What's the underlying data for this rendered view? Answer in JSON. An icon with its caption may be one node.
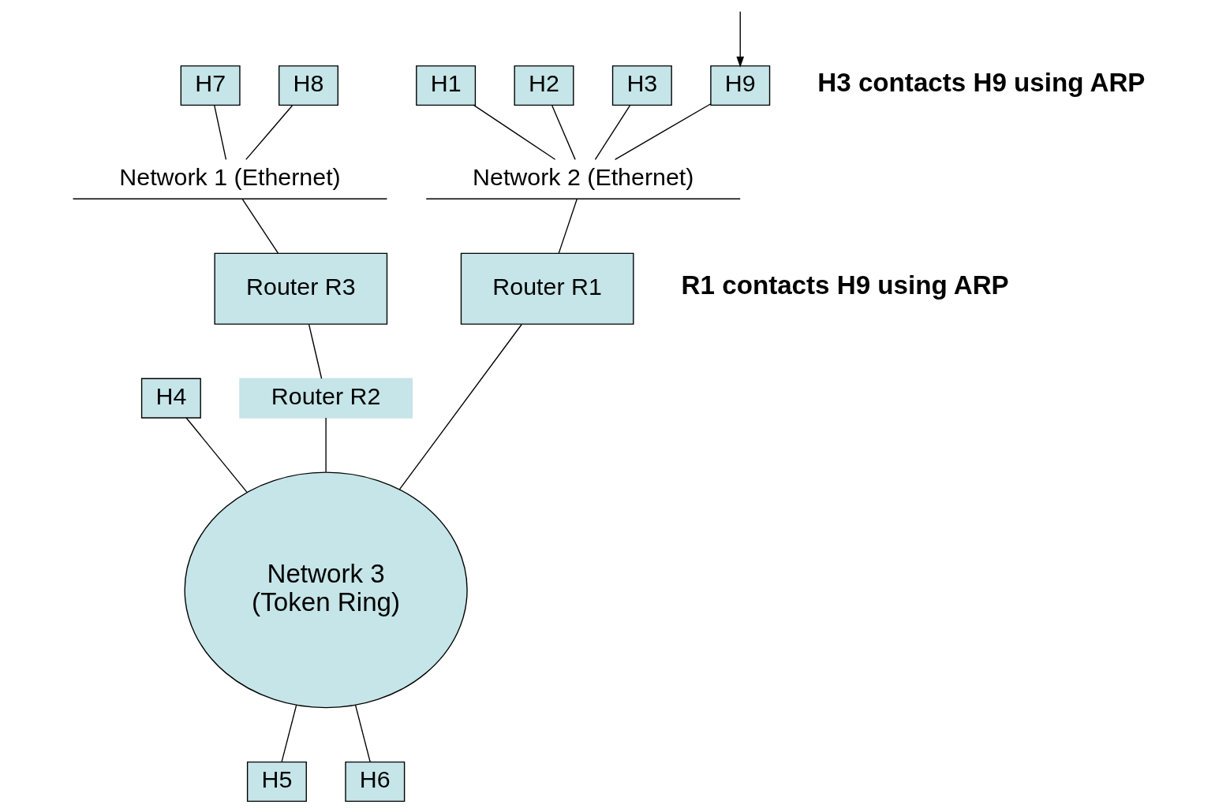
{
  "diagram": {
    "nodes": [
      {
        "text": [
          "H9"
        ]
      },
      {
        "text": [
          "H1"
        ]
      },
      {
        "text": [
          "H2"
        ]
      },
      {
        "text": [
          "H3"
        ]
      },
      {
        "text": [
          "H7"
        ]
      },
      {
        "text": [
          "H8"
        ]
      },
      {
        "text": [
          "Network 1 (Ethernet)"
        ]
      },
      {
        "text": [
          "Network 2 (Ethernet)"
        ]
      },
      {
        "text": [
          "Router R1"
        ]
      },
      {
        "text": [
          "Router R3"
        ]
      },
      {
        "text": [
          "H4"
        ]
      },
      {
        "text": [
          "Router R2"
        ]
      },
      {
        "text": [
          "Network 3 (Token Ring)"
        ]
      },
      {
        "text": [
          "H5"
        ]
      },
      {
        "text": [
          "H6"
        ]
      }
    ],
    "edges": [
      {
        "from": null,
        "to": 0,
        "arrow": "to"
      },
      {
        "from": 0,
        "to": 7,
        "arrow": "none"
      },
      {
        "from": 1,
        "to": 7,
        "arrow": "none"
      },
      {
        "from": 2,
        "to": 7,
        "arrow": "none"
      },
      {
        "from": 3,
        "to": 7,
        "arrow": "none"
      },
      {
        "from": 4,
        "to": 6,
        "arrow": "none"
      },
      {
        "from": 5,
        "to": 6,
        "arrow": "none"
      },
      {
        "from": 7,
        "to": 8,
        "arrow": "none"
      },
      {
        "from": 6,
        "to": 9,
        "arrow": "none"
      },
      {
        "from": 8,
        "to": 12,
        "arrow": "none"
      },
      {
        "from": 9,
        "to": 11,
        "arrow": "none"
      },
      {
        "from": 10,
        "to": 12,
        "arrow": "none"
      },
      {
        "from": 11,
        "to": 12,
        "arrow": "none"
      },
      {
        "from": 12,
        "to": 13,
        "arrow": "none"
      },
      {
        "from": 12,
        "to": 14,
        "arrow": "none"
      }
    ],
    "labels": [
      "H3 contacts H9 using ARP",
      "R1 contacts H9 using ARP"
    ]
  }
}
